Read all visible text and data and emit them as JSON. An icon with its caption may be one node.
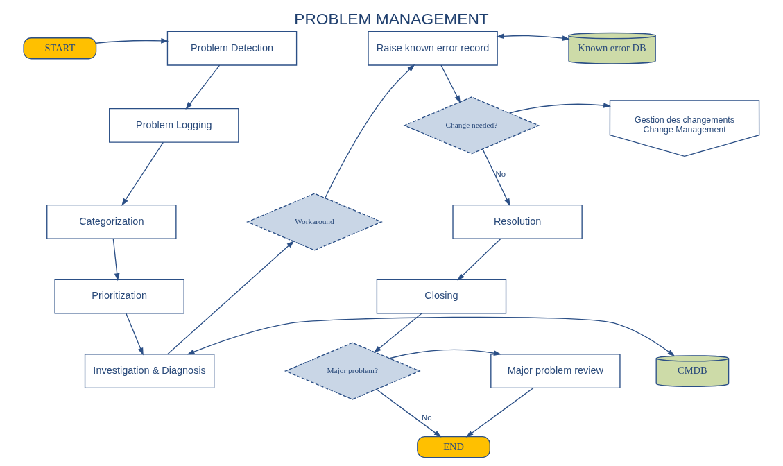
{
  "diagram": {
    "title": "PROBLEM MANAGEMENT",
    "nodes": [
      {
        "text": [
          "START"
        ]
      },
      {
        "text": [
          "Problem Detection"
        ]
      },
      {
        "text": [
          "Problem Logging"
        ]
      },
      {
        "text": [
          "Categorization"
        ]
      },
      {
        "text": [
          "Prioritization"
        ]
      },
      {
        "text": [
          "Investigation & Diagnosis"
        ]
      },
      {
        "text": [
          "CMDB"
        ]
      },
      {
        "text": [
          "Workaround"
        ]
      },
      {
        "text": [
          "Raise known error record"
        ]
      },
      {
        "text": [
          "Known error DB"
        ]
      },
      {
        "text": [
          "Change needed?"
        ]
      },
      {
        "text": [
          "Gestion des changements",
          "Change Management"
        ]
      },
      {
        "text": [
          "Resolution"
        ]
      },
      {
        "text": [
          "Closing"
        ]
      },
      {
        "text": [
          "Major problem?"
        ]
      },
      {
        "text": [
          "Major problem review"
        ]
      },
      {
        "text": [
          "END"
        ]
      }
    ],
    "edges": [
      {
        "from": 0,
        "to": 1,
        "arrow": "to"
      },
      {
        "from": 1,
        "to": 2,
        "arrow": "to"
      },
      {
        "from": 2,
        "to": 3,
        "arrow": "to"
      },
      {
        "from": 3,
        "to": 4,
        "arrow": "to"
      },
      {
        "from": 4,
        "to": 5,
        "arrow": "to"
      },
      {
        "from": 5,
        "to": 6,
        "arrow": "both"
      },
      {
        "from": 5,
        "to": 7,
        "arrow": "to"
      },
      {
        "from": 7,
        "to": 8,
        "arrow": "to"
      },
      {
        "from": 8,
        "to": 9,
        "arrow": "both"
      },
      {
        "from": 8,
        "to": 10,
        "arrow": "to"
      },
      {
        "from": 10,
        "to": 11,
        "arrow": "to"
      },
      {
        "from": 10,
        "to": 12,
        "arrow": "to",
        "label": "No"
      },
      {
        "from": 12,
        "to": 13,
        "arrow": "to"
      },
      {
        "from": 13,
        "to": 14,
        "arrow": "to"
      },
      {
        "from": 14,
        "to": 15,
        "arrow": "to"
      },
      {
        "from": 14,
        "to": 16,
        "arrow": "to",
        "label": "No"
      },
      {
        "from": 15,
        "to": 16,
        "arrow": "to"
      }
    ]
  }
}
